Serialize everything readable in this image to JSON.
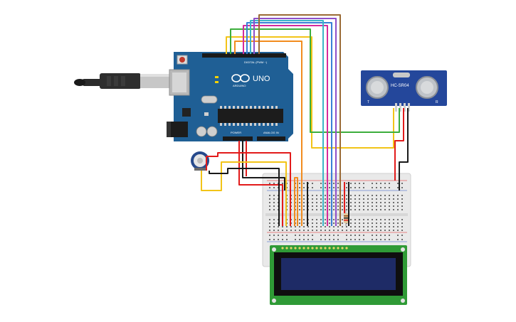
{
  "arduino": {
    "brand": "UNO",
    "logo_text": "ARDUINO",
    "digital_label": "DIGITAL (PWM ~)",
    "power_label": "POWER",
    "analog_label": "ANALOG IN",
    "board_color": "#1f5f95"
  },
  "sensor": {
    "model": "HC-SR04",
    "left_marker": "T",
    "right_marker": "R",
    "board_color": "#24479b"
  },
  "lcd": {
    "board_color": "#2f9a36",
    "screen_color": "#1e2b66"
  },
  "wire_colors": {
    "red": "#e21b1b",
    "black": "#1a1a1a",
    "yellow": "#f2c418",
    "orange": "#f28c1e",
    "green": "#3cae3c",
    "magenta": "#d42b9c",
    "blue": "#3a7fd6",
    "cyan": "#3cb4c8",
    "brown": "#9a6a36",
    "purple": "#8e4fc9"
  }
}
